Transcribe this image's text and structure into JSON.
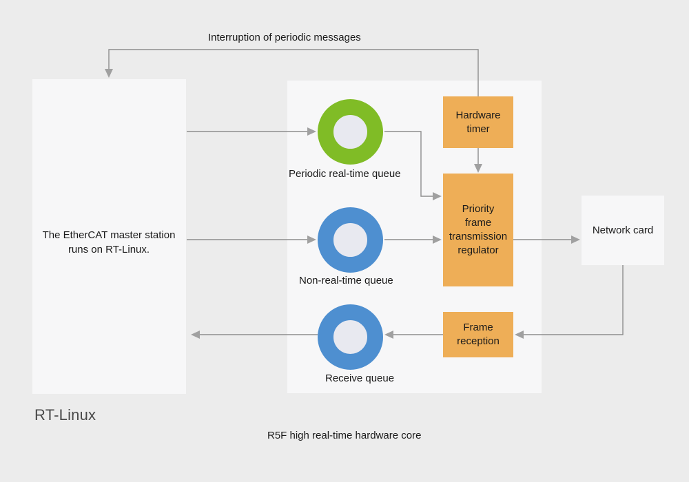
{
  "diagram": {
    "title_hidden": "",
    "background_color": "#ececec",
    "colors": {
      "panel": "#f7f7f8",
      "orange_box": "#eeae57",
      "green_ring": "#80bc26",
      "blue_ring": "#4e8fd0",
      "ring_fill": "#e8e9f0",
      "connector": "#8d8d8d",
      "arrow_head": "#a0a0a0",
      "text": "#1a1a1a",
      "caption_text": "#4a4a4a"
    }
  },
  "panels": {
    "rtlinux": {
      "caption": "RT-Linux",
      "body_text": "The EtherCAT master station runs on RT-Linux."
    },
    "r5f": {
      "caption": "R5F high real-time hardware core"
    }
  },
  "queues": [
    {
      "id": "periodic",
      "label": "Periodic real-time queue",
      "ring_color": "#80bc26"
    },
    {
      "id": "nonrt",
      "label": "Non-real-time queue",
      "ring_color": "#4e8fd0"
    },
    {
      "id": "receive",
      "label": "Receive queue",
      "ring_color": "#4e8fd0"
    }
  ],
  "boxes": {
    "hardware_timer": "Hardware\ntimer",
    "hardware_timer_line1": "Hardware",
    "hardware_timer_line2": "timer",
    "priority_regulator_line1": "Priority",
    "priority_regulator_line2": "frame",
    "priority_regulator_line3": "transmission",
    "priority_regulator_line4": "regulator",
    "frame_reception_line1": "Frame",
    "frame_reception_line2": "reception",
    "network_card": "Network card"
  },
  "annotations": {
    "interruption": "Interruption of periodic messages"
  }
}
